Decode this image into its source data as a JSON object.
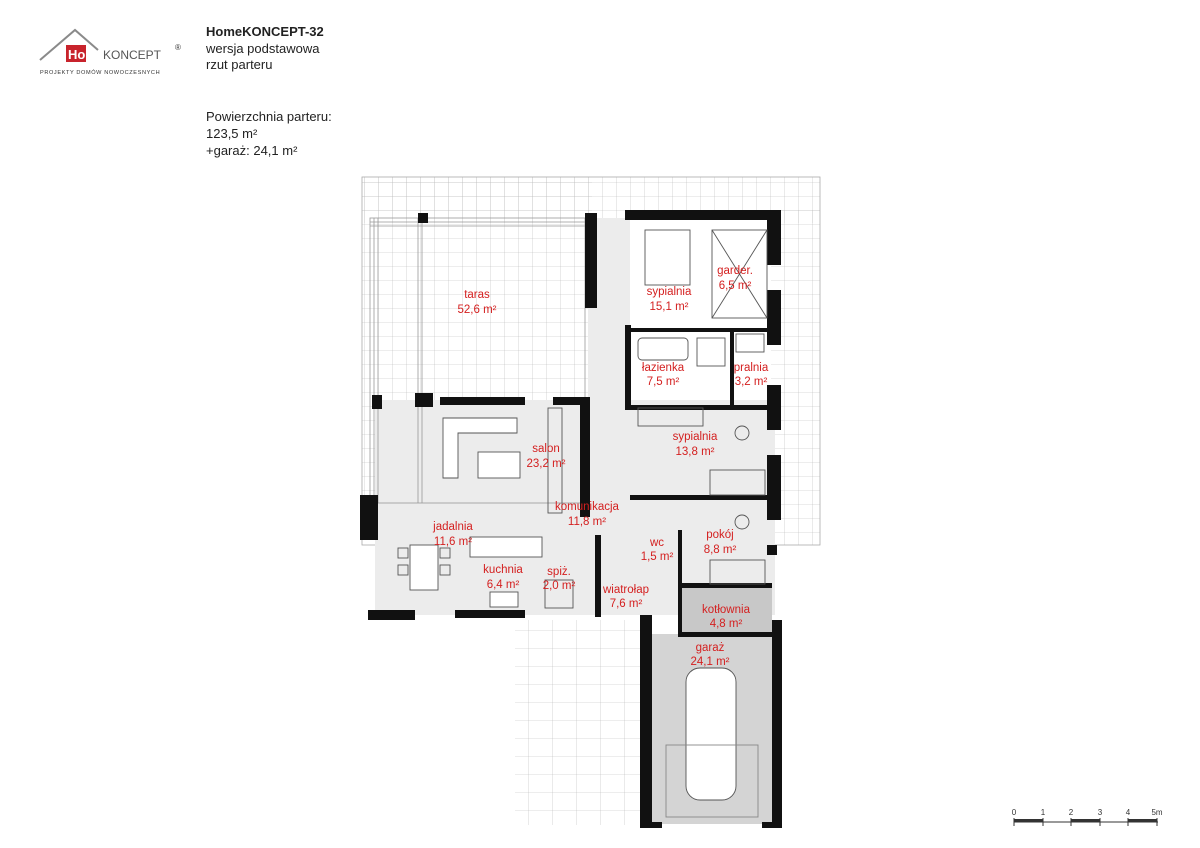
{
  "logo": {
    "brand_home": "Home",
    "brand_koncept": "KONCEPT",
    "registered": "®",
    "tagline": "PROJEKTY DOMÓW NOWOCZESNYCH",
    "accent": "#c8232c"
  },
  "header": {
    "title": "HomeKONCEPT-32",
    "subtitle": "wersja podstawowa",
    "view": "rzut parteru"
  },
  "area": {
    "label": "Powierzchnia parteru:",
    "ground": "123,5 m²",
    "garage": "+garaż: 24,1 m²"
  },
  "rooms": [
    {
      "name": "taras",
      "area": "52,6 m²"
    },
    {
      "name": "sypialnia",
      "area": "15,1 m²"
    },
    {
      "name": "garder.",
      "area": "6,5 m²"
    },
    {
      "name": "łazienka",
      "area": "7,5 m²"
    },
    {
      "name": "pralnia",
      "area": "3,2 m²"
    },
    {
      "name": "sypialnia",
      "area": "13,8 m²"
    },
    {
      "name": "salon",
      "area": "23,2 m²"
    },
    {
      "name": "komunikacja",
      "area": "11,8 m²"
    },
    {
      "name": "jadalnia",
      "area": "11,6 m²"
    },
    {
      "name": "wc",
      "area": "1,5 m²"
    },
    {
      "name": "pokój",
      "area": "8,8 m²"
    },
    {
      "name": "kuchnia",
      "area": "6,4 m²"
    },
    {
      "name": "spiż.",
      "area": "2,0 m²"
    },
    {
      "name": "wiatrołap",
      "area": "7,6 m²"
    },
    {
      "name": "kotłownia",
      "area": "4,8 m²"
    },
    {
      "name": "garaż",
      "area": "24,1 m²"
    }
  ],
  "scale": {
    "ticks": [
      "0",
      "1",
      "2",
      "3",
      "4",
      "5m"
    ]
  },
  "colors": {
    "wall": "#111111",
    "label": "#d42020",
    "boiler_room": "#c8c8c8",
    "garage": "#d4d4d4",
    "floor": "#ececec"
  }
}
